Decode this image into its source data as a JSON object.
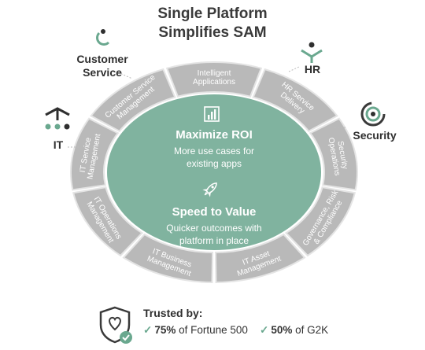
{
  "title_line1": "Single Platform",
  "title_line2": "Simplifies SAM",
  "segments": [
    "Intelligent Applications",
    "HR Service Delivery",
    "Security Operations",
    "Governance, Risk & Compliance",
    "IT Asset Management",
    "IT Business Management",
    "IT Operations Management",
    "IT Service Management",
    "Customer Service Management"
  ],
  "center": {
    "block1_icon": "bar-chart-icon",
    "block1_title": "Maximize ROI",
    "block1_text_line1": "More use cases for",
    "block1_text_line2": "existing apps",
    "block2_icon": "rocket-icon",
    "block2_title": "Speed to Value",
    "block2_text_line1": "Quicker outcomes with",
    "block2_text_line2": "platform in place"
  },
  "personas": {
    "customer_service_line1": "Customer",
    "customer_service_line2": "Service",
    "hr": "HR",
    "it": "IT",
    "security": "Security"
  },
  "trusted": {
    "title": "Trusted by:",
    "stat1_value": "75%",
    "stat1_label": "of Fortune 500",
    "stat2_value": "50%",
    "stat2_label": "of G2K"
  },
  "colors": {
    "center": "#80b39f",
    "ring": "#b9b9b9",
    "ring_border": "#e4e4e4",
    "accent": "#6aa88f",
    "dark": "#3a3a3a"
  }
}
